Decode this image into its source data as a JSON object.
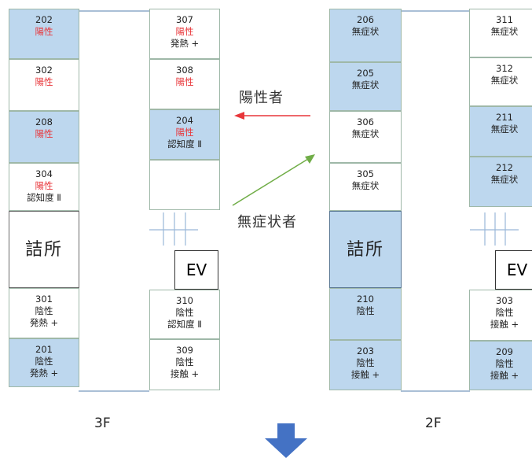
{
  "floor3": {
    "label": "3F",
    "office": "詰所",
    "ev": "EV",
    "rooms": [
      {
        "num": "202",
        "lines": [
          "陽性"
        ],
        "pos": [
          true
        ]
      },
      {
        "num": "302",
        "lines": [
          "陽性"
        ],
        "pos": [
          true
        ]
      },
      {
        "num": "208",
        "lines": [
          "陽性"
        ],
        "pos": [
          true
        ]
      },
      {
        "num": "304",
        "lines": [
          "陽性",
          "認知度 Ⅱ"
        ],
        "pos": [
          true,
          false
        ]
      },
      {
        "num": "301",
        "lines": [
          "陰性",
          "発熱 +"
        ],
        "pos": [
          false,
          false
        ]
      },
      {
        "num": "201",
        "lines": [
          "陰性",
          "発熱 +"
        ],
        "pos": [
          false,
          false
        ]
      },
      {
        "num": "307",
        "lines": [
          "陽性",
          "発熱 +"
        ],
        "pos": [
          true,
          false
        ]
      },
      {
        "num": "308",
        "lines": [
          "陽性"
        ],
        "pos": [
          true
        ]
      },
      {
        "num": "204",
        "lines": [
          "陽性",
          "認知度 Ⅱ"
        ],
        "pos": [
          true,
          false
        ]
      },
      {
        "num": "",
        "lines": [],
        "pos": []
      },
      {
        "num": "310",
        "lines": [
          "陰性",
          "認知度 Ⅱ"
        ],
        "pos": [
          false,
          false
        ]
      },
      {
        "num": "309",
        "lines": [
          "陰性",
          "接触 +"
        ],
        "pos": [
          false,
          false
        ]
      }
    ]
  },
  "floor2": {
    "label": "2F",
    "office": "詰所",
    "ev": "EV",
    "rooms": [
      {
        "num": "206",
        "lines": [
          "無症状"
        ],
        "pos": [
          false
        ]
      },
      {
        "num": "205",
        "lines": [
          "無症状"
        ],
        "pos": [
          false
        ]
      },
      {
        "num": "306",
        "lines": [
          "無症状"
        ],
        "pos": [
          false
        ]
      },
      {
        "num": "305",
        "lines": [
          "無症状"
        ],
        "pos": [
          false
        ]
      },
      {
        "num": "210",
        "lines": [
          "陰性"
        ],
        "pos": [
          false
        ]
      },
      {
        "num": "203",
        "lines": [
          "陰性",
          "接触 +"
        ],
        "pos": [
          false,
          false
        ]
      },
      {
        "num": "311",
        "lines": [
          "無症状"
        ],
        "pos": [
          false
        ]
      },
      {
        "num": "312",
        "lines": [
          "無症状"
        ],
        "pos": [
          false
        ]
      },
      {
        "num": "211",
        "lines": [
          "無症状"
        ],
        "pos": [
          false
        ]
      },
      {
        "num": "212",
        "lines": [
          "無症状"
        ],
        "pos": [
          false
        ]
      },
      {
        "num": "303",
        "lines": [
          "陰性",
          "接触 +"
        ],
        "pos": [
          false,
          false
        ]
      },
      {
        "num": "209",
        "lines": [
          "陰性",
          "接触 +"
        ],
        "pos": [
          false,
          false
        ]
      }
    ]
  },
  "flow": {
    "positive_label": "陽性者",
    "asymptomatic_label": "無症状者"
  },
  "colors": {
    "room_blue": "#bdd7ee",
    "positive_text": "#e8363a",
    "arrow_red": "#e8363a",
    "arrow_green": "#70ad47",
    "down_arrow": "#4472c4"
  }
}
